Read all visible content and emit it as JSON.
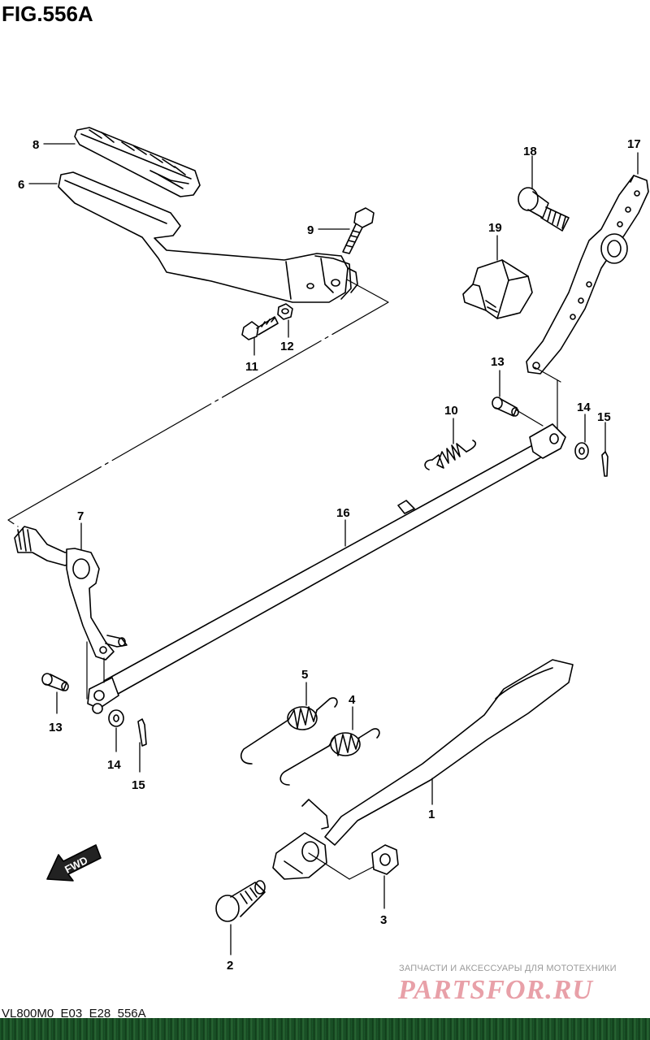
{
  "figure_title": "FIG.556A",
  "footer_code": "VL800M0_E03_E28_556A",
  "fwd_label": "FWD",
  "watermark": {
    "caption": "ЗАПЧАСТИ И АКСЕССУАРЫ ДЛЯ МОТОТЕХНИКИ",
    "logo": "PARTSFOR.RU"
  },
  "part_labels": [
    {
      "id": "p1",
      "text": "1"
    },
    {
      "id": "p2",
      "text": "2"
    },
    {
      "id": "p3",
      "text": "3"
    },
    {
      "id": "p4",
      "text": "4"
    },
    {
      "id": "p5",
      "text": "5"
    },
    {
      "id": "p6",
      "text": "6"
    },
    {
      "id": "p7",
      "text": "7"
    },
    {
      "id": "p8",
      "text": "8"
    },
    {
      "id": "p9",
      "text": "9"
    },
    {
      "id": "p10",
      "text": "10"
    },
    {
      "id": "p11",
      "text": "11"
    },
    {
      "id": "p12",
      "text": "12"
    },
    {
      "id": "p13a",
      "text": "13"
    },
    {
      "id": "p13b",
      "text": "13"
    },
    {
      "id": "p14a",
      "text": "14"
    },
    {
      "id": "p14b",
      "text": "14"
    },
    {
      "id": "p15a",
      "text": "15"
    },
    {
      "id": "p15b",
      "text": "15"
    },
    {
      "id": "p16",
      "text": "16"
    },
    {
      "id": "p17",
      "text": "17"
    },
    {
      "id": "p18",
      "text": "18"
    },
    {
      "id": "p19",
      "text": "19"
    }
  ]
}
